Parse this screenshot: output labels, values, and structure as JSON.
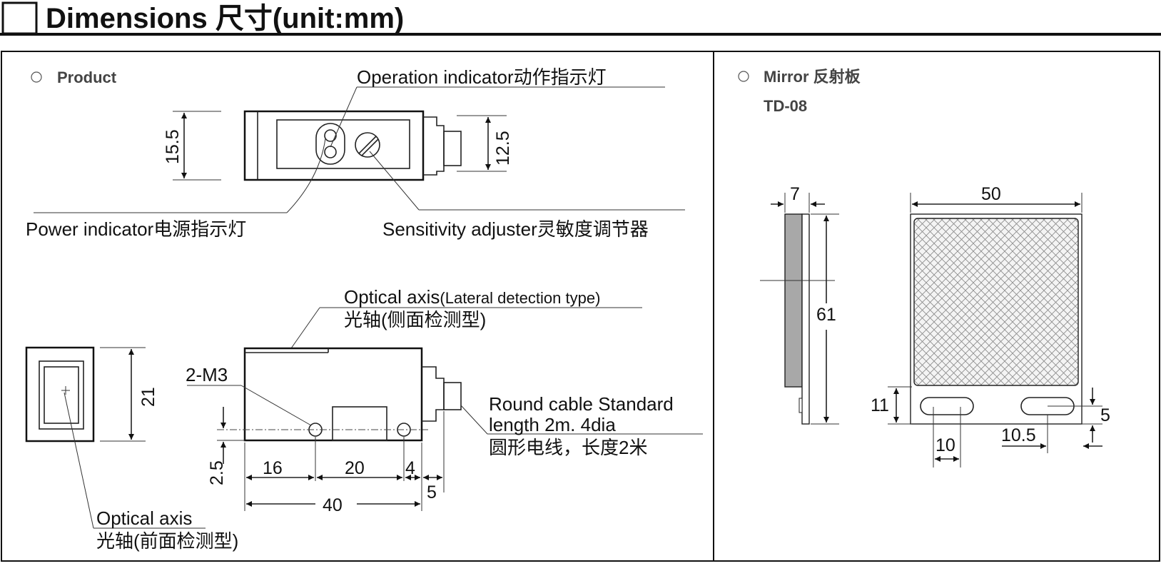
{
  "title": "Dimensions 尺寸(unit:mm)",
  "left_panel": {
    "section_label": "Product",
    "callouts": {
      "operation_indicator": "Operation indicator动作指示灯",
      "power_indicator": "Power indicator电源指示灯",
      "sensitivity_adjuster": "Sensitivity adjuster灵敏度调节器",
      "optical_axis_lateral_prefix": "Optical axis",
      "optical_axis_lateral_small": "(Lateral detection type)",
      "optical_axis_lateral_cn": "光轴(侧面检测型)",
      "mount_holes": "2-M3",
      "cable_line1": "Round cable Standard",
      "cable_line2": "length 2m. 4dia",
      "cable_cn": "圆形电线，长度2米",
      "optical_axis_front": "Optical axis",
      "optical_axis_front_cn": "光轴(前面检测型)"
    },
    "dimensions": {
      "body_height": "15.5",
      "connector_height": "12.5",
      "front_height": "21",
      "hole_offset": "2.5",
      "seg_a": "16",
      "seg_b": "20",
      "seg_c": "4",
      "overall_length": "40",
      "cable_offset": "5"
    }
  },
  "right_panel": {
    "section_label": "Mirror 反射板",
    "model": "TD-08",
    "dimensions": {
      "thickness": "7",
      "width": "50",
      "height": "61",
      "slot_height": "11",
      "slot_width": "10",
      "slot_spacing": "10.5",
      "slot_offset": "5"
    }
  }
}
